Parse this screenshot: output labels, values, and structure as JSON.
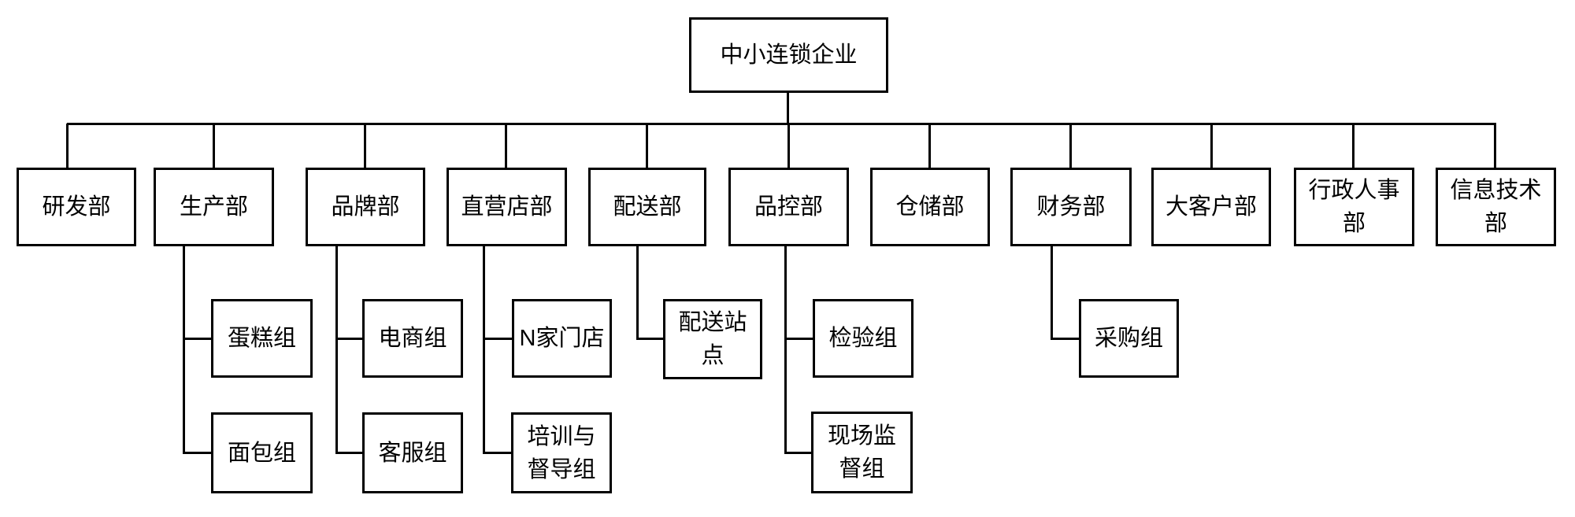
{
  "colors": {
    "background": "#ffffff",
    "line": "#000000",
    "text": "#000000"
  },
  "org_chart": {
    "root": "中小连锁企业",
    "departments": [
      {
        "name": "研发部"
      },
      {
        "name": "生产部",
        "teams": [
          "蛋糕组",
          "面包组"
        ]
      },
      {
        "name": "品牌部",
        "teams": [
          "电商组",
          "客服组"
        ]
      },
      {
        "name": "直营店部",
        "teams": [
          "N家门店",
          "培训与督导组"
        ]
      },
      {
        "name": "配送部",
        "teams": [
          "配送站点"
        ]
      },
      {
        "name": "品控部",
        "teams": [
          "检验组",
          "现场监督组"
        ]
      },
      {
        "name": "仓储部"
      },
      {
        "name": "财务部",
        "teams": [
          "采购组"
        ]
      },
      {
        "name": "大客户部"
      },
      {
        "name": "行政人事部"
      },
      {
        "name": "信息技术部"
      }
    ]
  }
}
